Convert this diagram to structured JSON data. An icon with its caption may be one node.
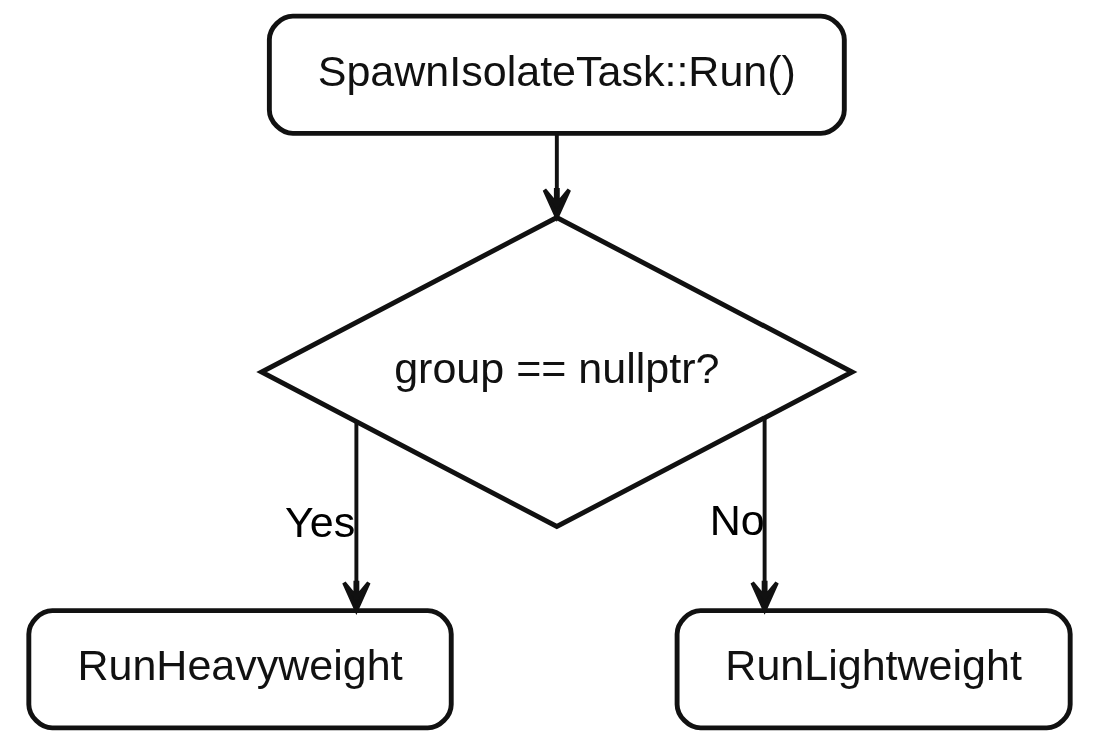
{
  "diagram": {
    "nodes": [
      {
        "text": [
          "SpawnIsolateTask::Run()"
        ]
      },
      {
        "text": [
          "group == nullptr?"
        ]
      },
      {
        "text": [
          "RunHeavyweight"
        ]
      },
      {
        "text": [
          "RunLightweight"
        ]
      }
    ],
    "edges": [
      {
        "from": 0,
        "to": 1,
        "arrow": "to"
      },
      {
        "from": 1,
        "to": 2,
        "arrow": "to",
        "label": "Yes"
      },
      {
        "from": 1,
        "to": 3,
        "arrow": "to",
        "label": "No"
      }
    ]
  }
}
